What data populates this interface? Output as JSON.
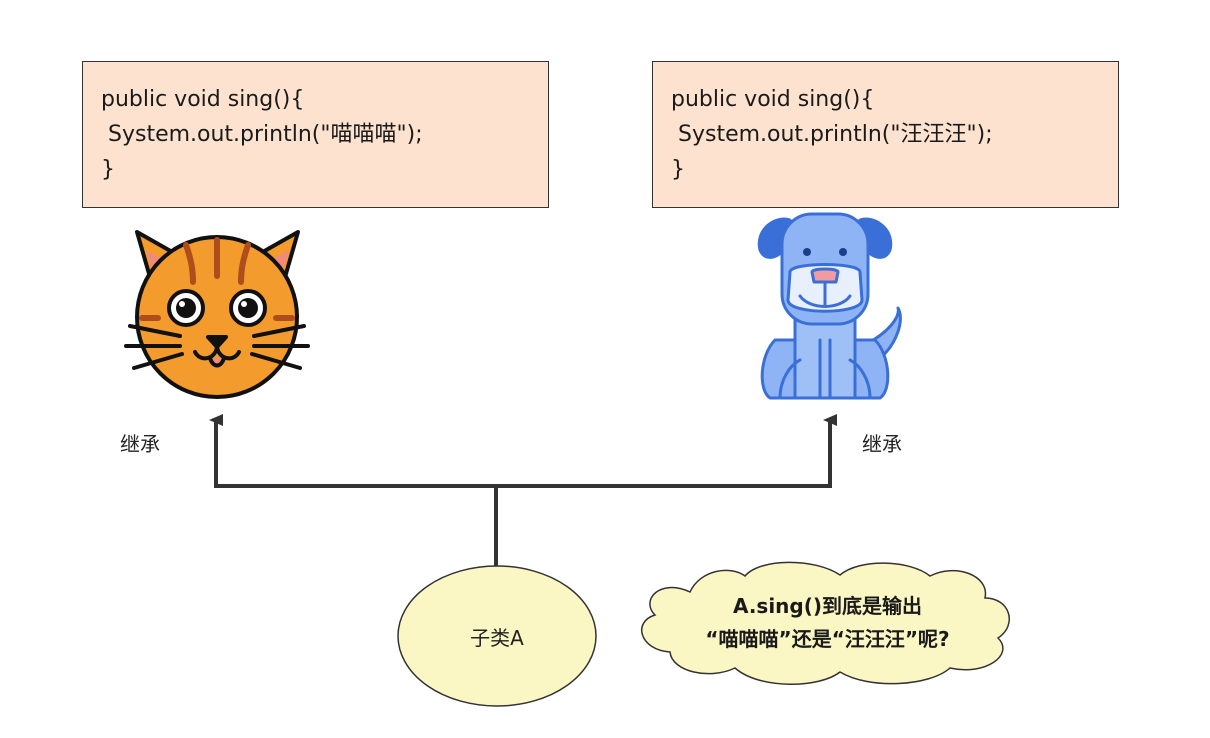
{
  "parents": [
    {
      "name": "cat",
      "code": [
        "public void sing(){",
        " System.out.println(\"喵喵喵\");",
        "}"
      ],
      "inherit_label": "继承"
    },
    {
      "name": "dog",
      "code": [
        "public void sing(){",
        " System.out.println(\"汪汪汪\");",
        "}"
      ],
      "inherit_label": "继承"
    }
  ],
  "subclass": {
    "label": "子类A"
  },
  "question": {
    "lines": [
      "A.sing()到底是输出",
      "“喵喵喵”还是“汪汪汪”呢?"
    ]
  },
  "colors": {
    "code_box_fill": "#fde3cf",
    "ellipse_fill": "#fbf7c4",
    "cloud_fill": "#fbf7c4",
    "connector": "#333333",
    "cat_orange": "#f39b2c",
    "dog_blue": "#8eb4f5"
  },
  "icons": [
    "cat-face-icon",
    "dog-icon"
  ]
}
